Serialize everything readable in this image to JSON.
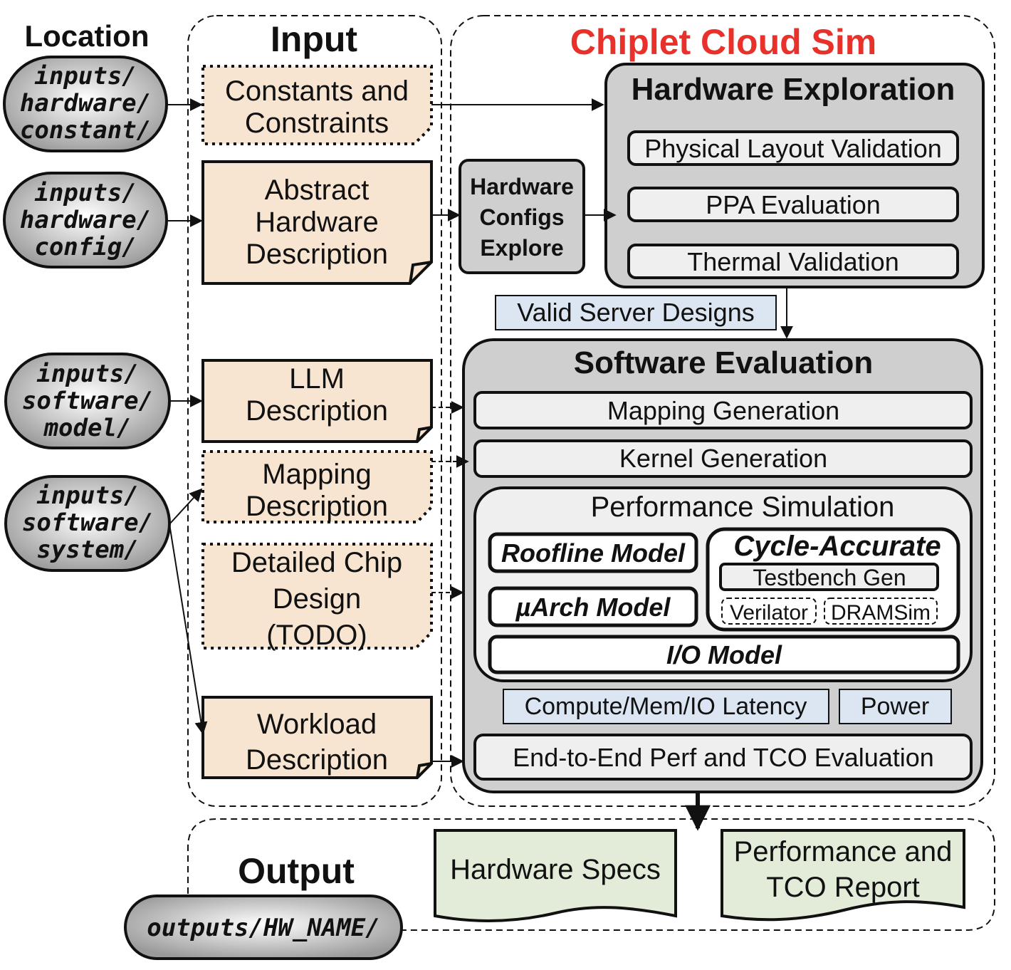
{
  "headers": {
    "location": "Location",
    "input": "Input",
    "sim_title": "Chiplet Cloud Sim",
    "output": "Output"
  },
  "locations": {
    "hw_constant": [
      "inputs/",
      "hardware/",
      "constant/"
    ],
    "hw_config": [
      "inputs/",
      "hardware/",
      "config/"
    ],
    "sw_model": [
      "inputs/",
      "software/",
      "model/"
    ],
    "sw_system": [
      "inputs/",
      "software/",
      "system/"
    ],
    "output": "outputs/HW_NAME/"
  },
  "inputs": {
    "constants": [
      "Constants and",
      "Constraints"
    ],
    "abstract_hw": [
      "Abstract",
      "Hardware",
      "Description"
    ],
    "llm": [
      "LLM",
      "Description"
    ],
    "mapping": [
      "Mapping",
      "Description"
    ],
    "detailed_chip": [
      "Detailed Chip",
      "Design",
      "(TODO)"
    ],
    "workload": [
      "Workload",
      "Description"
    ]
  },
  "hw_configs": [
    "Hardware",
    "Configs",
    "Explore"
  ],
  "hardware_exploration": {
    "title": "Hardware Exploration",
    "items": [
      "Physical Layout Validation",
      "PPA Evaluation",
      "Thermal Validation"
    ]
  },
  "valid_designs": "Valid Server Designs",
  "software_evaluation": {
    "title": "Software Evaluation",
    "mapping_gen": "Mapping Generation",
    "kernel_gen": "Kernel Generation",
    "perf_sim": {
      "title": "Performance Simulation",
      "roofline": "Roofline Model",
      "uarch": "µArch Model",
      "cycle_accurate": "Cycle-Accurate",
      "testbench": "Testbench Gen",
      "verilator": "Verilator",
      "dramsim": "DRAMSim",
      "io_model": "I/O Model"
    },
    "latency": "Compute/Mem/IO Latency",
    "power": "Power",
    "e2e": "End-to-End Perf and TCO Evaluation"
  },
  "outputs": {
    "hw_specs": "Hardware Specs",
    "perf_report": [
      "Performance and",
      "TCO Report"
    ]
  },
  "colors": {
    "title_red": "#e8312a",
    "input_fill": "#f8e5d1",
    "gray_fill": "#cfcfcf",
    "light_fill": "#efefef",
    "blue_fill": "#dbe6f2",
    "green_fill": "#e2ecd9"
  }
}
